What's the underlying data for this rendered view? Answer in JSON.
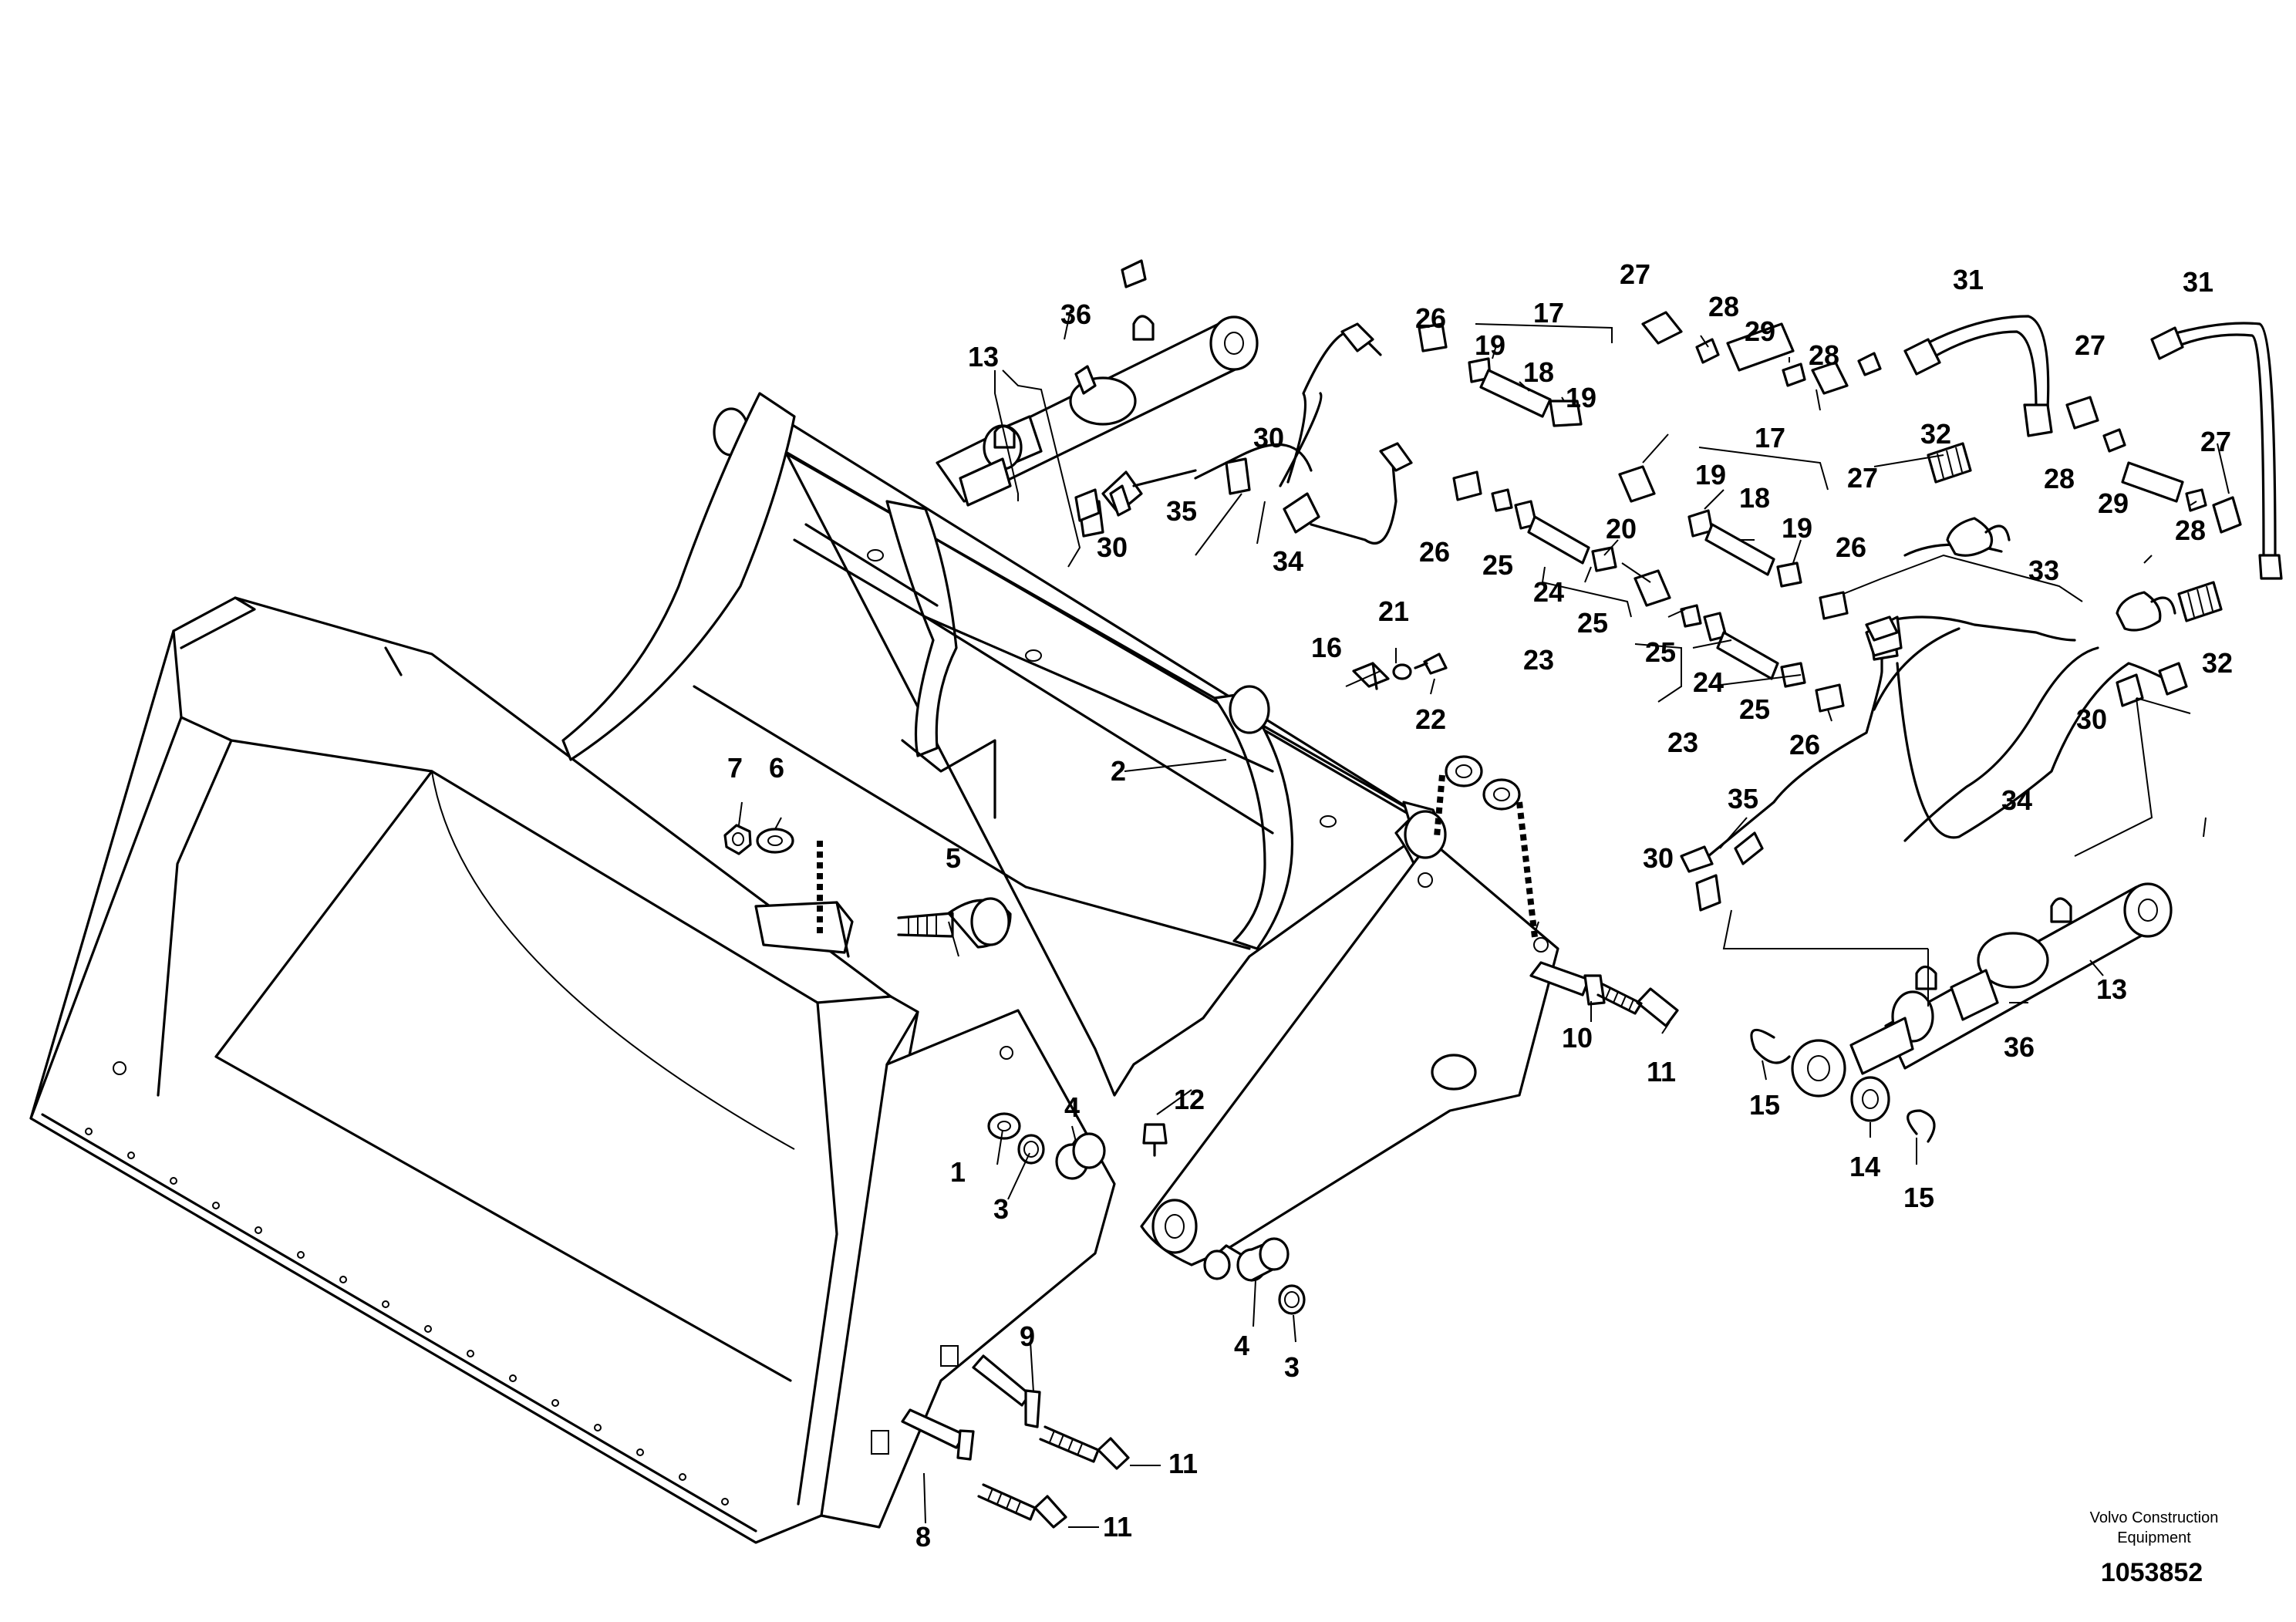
{
  "callouts": {
    "c1": "1",
    "c2": "2",
    "c3a": "3",
    "c3b": "3",
    "c4a": "4",
    "c4b": "4",
    "c5": "5",
    "c6": "6",
    "c7": "7",
    "c8": "8",
    "c9": "9",
    "c10": "10",
    "c11a": "11",
    "c11b": "11",
    "c11c": "11",
    "c12": "12",
    "c13a": "13",
    "c13b": "13",
    "c14": "14",
    "c15a": "15",
    "c15b": "15",
    "c16": "16",
    "c17a": "17",
    "c17b": "17",
    "c18a": "18",
    "c18b": "18",
    "c19a": "19",
    "c19b": "19",
    "c19c": "19",
    "c19d": "19",
    "c20": "20",
    "c21": "21",
    "c22": "22",
    "c23a": "23",
    "c23b": "23",
    "c24a": "24",
    "c24b": "24",
    "c25a": "25",
    "c25b": "25",
    "c25c": "25",
    "c25d": "25",
    "c26a": "26",
    "c26b": "26",
    "c26c": "26",
    "c26d": "26",
    "c27a": "27",
    "c27b": "27",
    "c27c": "27",
    "c27d": "27",
    "c28a": "28",
    "c28b": "28",
    "c28c": "28",
    "c28d": "28",
    "c29a": "29",
    "c29b": "29",
    "c30a": "30",
    "c30b": "30",
    "c30c": "30",
    "c30d": "30",
    "c31a": "31",
    "c31b": "31",
    "c32a": "32",
    "c32b": "32",
    "c33": "33",
    "c34a": "34",
    "c34b": "34",
    "c35a": "35",
    "c35b": "35",
    "c36a": "36",
    "c36b": "36"
  },
  "footer": {
    "publisher_line1": "Volvo Construction",
    "publisher_line2": "Equipment",
    "drawing_number": "1053852"
  }
}
